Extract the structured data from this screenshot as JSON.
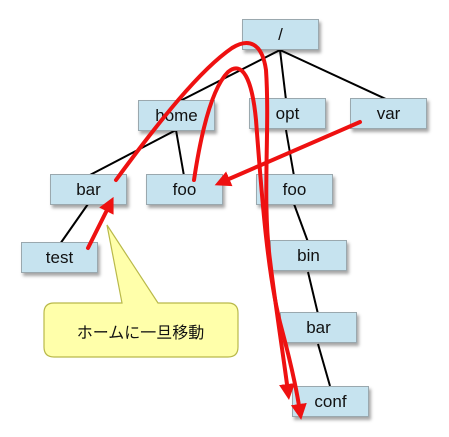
{
  "diagram": {
    "nodes": {
      "root": "/",
      "home": "home",
      "opt": "opt",
      "var": "var",
      "bar": "bar",
      "foo_home": "foo",
      "foo_opt": "foo",
      "test": "test",
      "bin": "bin",
      "bar_bin": "bar",
      "conf": "conf"
    },
    "callout": "ホームに一旦移動",
    "colors": {
      "node_fill": "#c6e3ef",
      "arrow": "#ee1111",
      "callout_fill": "#ffffaa",
      "edge": "#000000"
    }
  }
}
